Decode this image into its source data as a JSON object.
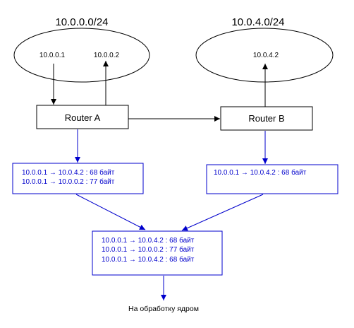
{
  "colors": {
    "black": "#000000",
    "blue": "#0000cc",
    "background": "#ffffff"
  },
  "networks": {
    "left": {
      "label": "10.0.0.0/24",
      "hosts": [
        "10.0.0.1",
        "10.0.0.2"
      ]
    },
    "right": {
      "label": "10.0.4.0/24",
      "hosts": [
        "10.0.4.2"
      ]
    }
  },
  "routers": {
    "a": "Router A",
    "b": "Router B"
  },
  "logs": {
    "router_a": [
      "10.0.0.1 → 10.0.4.2 : 68 байт",
      "10.0.0.1 → 10.0.0.2 : 77 байт"
    ],
    "router_b": [
      "10.0.0.1 → 10.0.4.2 : 68 байт"
    ],
    "merged": [
      "10.0.0.1 → 10.0.4.2 : 68 байт",
      "10.0.0.1 → 10.0.0.2 : 77 байт",
      "10.0.0.1 → 10.0.4.2 : 68 байт"
    ]
  },
  "output_label": "На обработку ядром"
}
